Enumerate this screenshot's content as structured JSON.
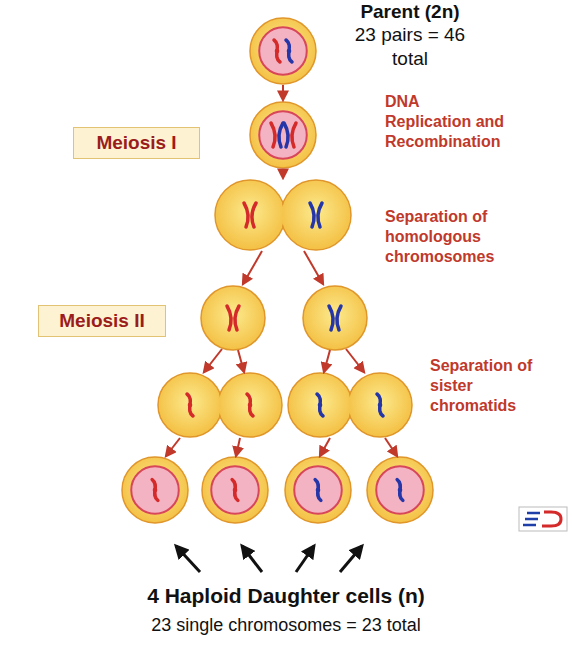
{
  "diagram": {
    "nodes": [
      {
        "text": [
          "Meiosis I"
        ]
      },
      {
        "text": [
          "Meiosis II"
        ]
      }
    ],
    "labels": [
      "Parent (2n)",
      "23 pairs = 46 total",
      "DNA Replication and Recombination",
      "Separation of homologous chromosomes",
      "Separation of sister chromatids",
      "4 Haploid Daughter cells (n)",
      "23 single chromosomes = 23 total"
    ]
  }
}
